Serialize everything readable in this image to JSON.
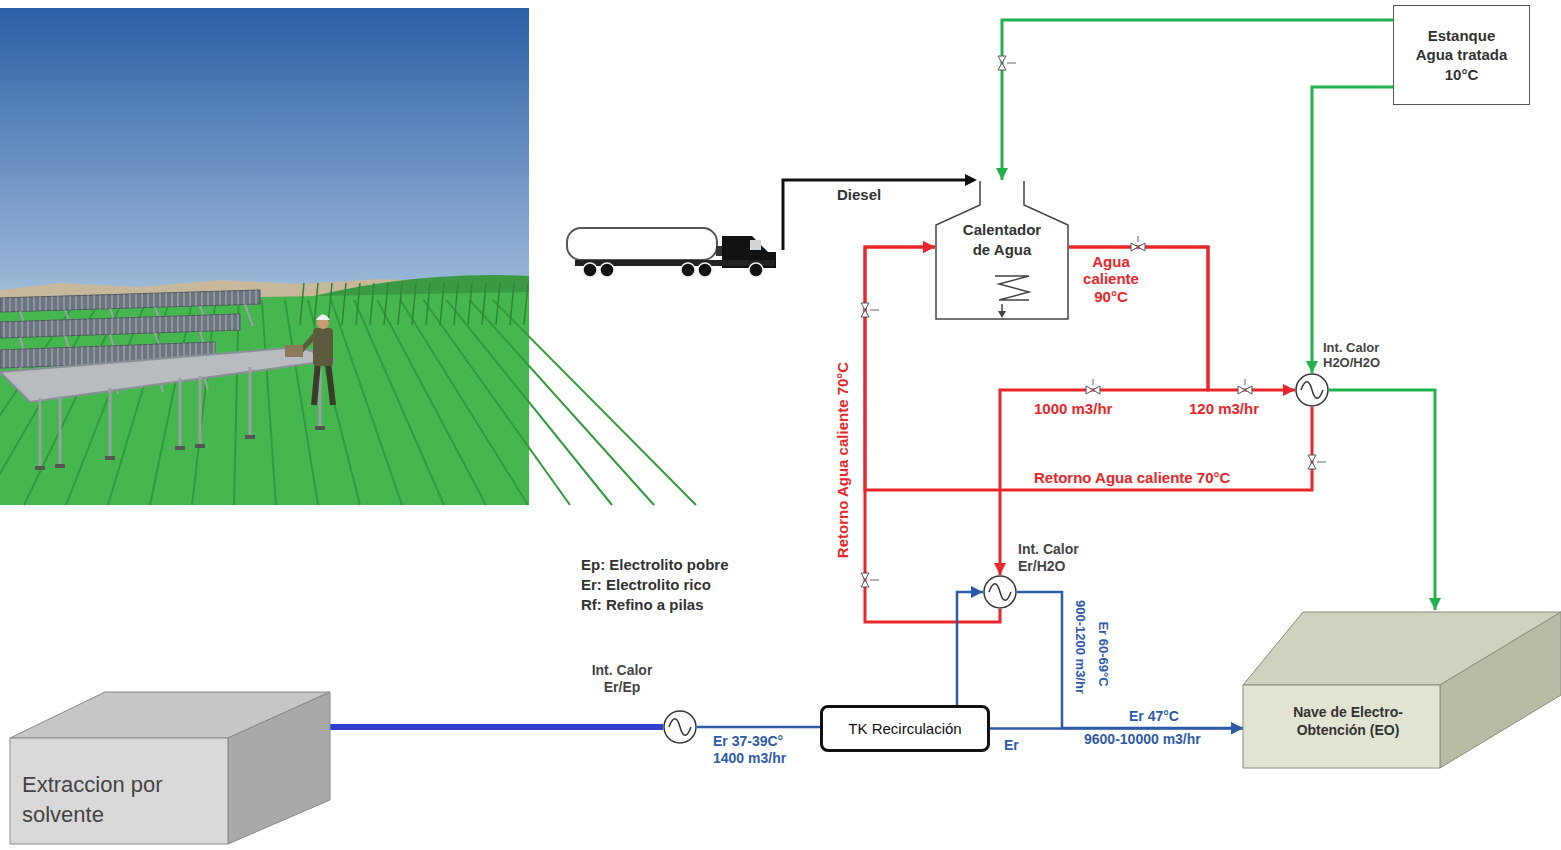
{
  "diagram": {
    "nodes": [
      {
        "text": [
          "Estanque Agua tratada 10°C"
        ]
      },
      {
        "text": [
          "Calentador de Agua"
        ]
      },
      {
        "text": [
          "Int. Calor H2O/H2O"
        ]
      },
      {
        "text": [
          "Int. Calor Er/H2O"
        ]
      },
      {
        "text": [
          "Int. Calor Er/Ep"
        ]
      },
      {
        "text": [
          "TK Recirculación"
        ]
      },
      {
        "text": [
          "Nave de Electro- Obtención (EO)"
        ]
      },
      {
        "text": [
          "Extraccion por solvente"
        ]
      }
    ],
    "edges": [
      {
        "from": 0,
        "to": 1,
        "arrow": "to"
      },
      {
        "from": 0,
        "to": 2,
        "arrow": "to"
      },
      {
        "from": 2,
        "to": 6,
        "arrow": "to"
      },
      {
        "from": 1,
        "to": 2,
        "label": "120 m3/hr",
        "arrow": "to"
      },
      {
        "from": 1,
        "to": 3,
        "label": "1000 m3/hr",
        "arrow": "to"
      },
      {
        "from": 2,
        "to": 1,
        "label": "Retorno Agua caliente 70°C",
        "arrow": "to"
      },
      {
        "from": 3,
        "to": 1,
        "label": "Retorno Agua caliente 70°C",
        "arrow": "to"
      },
      {
        "from": 7,
        "to": 4,
        "arrow": "none"
      },
      {
        "from": 4,
        "to": 5,
        "label": "Er 37-39C° 1400 m3/hr",
        "arrow": "none"
      },
      {
        "from": 5,
        "to": 3,
        "arrow": "to"
      },
      {
        "from": 3,
        "to": 6,
        "label": "Er 60-69°C",
        "arrow": "to"
      },
      {
        "from": 5,
        "to": 6,
        "label": "Er 47°C",
        "arrow": "to"
      }
    ],
    "labels": [
      "Diesel",
      "Agua caliente 90°C",
      "Ep: Electrolito pobre",
      "Er: Electrolito rico",
      "Rf: Refino a pilas",
      "900-1200 m3/hr",
      "Er",
      "9600-10000 m3/hr"
    ]
  }
}
